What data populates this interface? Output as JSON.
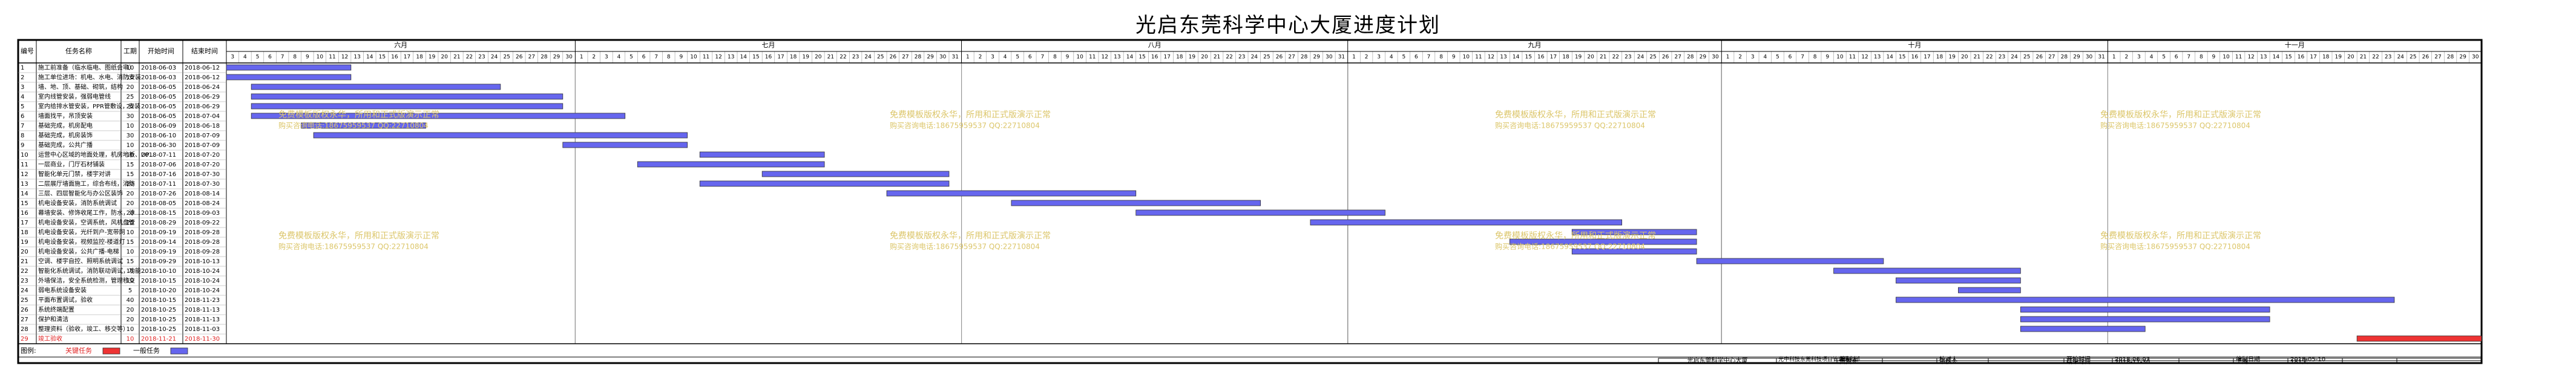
{
  "title": "光启东莞科学中心大厦进度计划",
  "colors": {
    "border": "#000000",
    "grid": "#9a9a9a",
    "bar_normal": "#6666ee",
    "bar_critical": "#ee3333",
    "watermark": "#dcc66a",
    "critical_text": "#e02020"
  },
  "headers": {
    "no": "编号",
    "name": "任务名称",
    "duration": "工期",
    "start": "开始时间",
    "end": "结束时间"
  },
  "months": [
    {
      "label": "六月",
      "days": 30,
      "first_day": 3
    },
    {
      "label": "七月",
      "days": 31,
      "first_day": 1
    },
    {
      "label": "八月",
      "days": 31,
      "first_day": 1
    },
    {
      "label": "九月",
      "days": 30,
      "first_day": 1
    },
    {
      "label": "十月",
      "days": 31,
      "first_day": 1
    },
    {
      "label": "十一月",
      "days": 30,
      "first_day": 1
    }
  ],
  "chart_data": {
    "type": "gantt",
    "x_range": [
      "2018-06-03",
      "2018-11-30"
    ],
    "tasks": [
      {
        "no": "1",
        "name": "施工前准备（临水临电、图纸会审）",
        "duration": "10",
        "start": "2018-06-03",
        "end": "2018-06-12",
        "critical": false
      },
      {
        "no": "2",
        "name": "施工单位进场：机电、水电、消防安装",
        "duration": "10",
        "start": "2018-06-03",
        "end": "2018-06-12",
        "critical": false
      },
      {
        "no": "3",
        "name": "墙、地、顶、基础、砌筑，结构",
        "duration": "20",
        "start": "2018-06-05",
        "end": "2018-06-24",
        "critical": false
      },
      {
        "no": "4",
        "name": "室内线管安装，强弱电管线",
        "duration": "25",
        "start": "2018-06-05",
        "end": "2018-06-29",
        "critical": false
      },
      {
        "no": "5",
        "name": "室内给排水管安装，PPR管敷设，安装",
        "duration": "25",
        "start": "2018-06-05",
        "end": "2018-06-29",
        "critical": false
      },
      {
        "no": "6",
        "name": "墙面找平，吊顶安装",
        "duration": "30",
        "start": "2018-06-05",
        "end": "2018-07-04",
        "critical": false
      },
      {
        "no": "7",
        "name": "基础完成，机房配电",
        "duration": "10",
        "start": "2018-06-09",
        "end": "2018-06-18",
        "critical": false
      },
      {
        "no": "8",
        "name": "基础完成，机房装饰",
        "duration": "30",
        "start": "2018-06-10",
        "end": "2018-07-09",
        "critical": false
      },
      {
        "no": "9",
        "name": "基础完成，公共广播",
        "duration": "10",
        "start": "2018-06-30",
        "end": "2018-07-09",
        "critical": false
      },
      {
        "no": "10",
        "name": "运营中心区域的地面处理，机房地板、UP…",
        "duration": "10",
        "start": "2018-07-11",
        "end": "2018-07-20",
        "critical": false
      },
      {
        "no": "11",
        "name": "一层商业，门厅石材铺装",
        "duration": "15",
        "start": "2018-07-06",
        "end": "2018-07-20",
        "critical": false
      },
      {
        "no": "12",
        "name": "智能化单元门禁，楼宇对讲",
        "duration": "15",
        "start": "2018-07-16",
        "end": "2018-07-30",
        "critical": false
      },
      {
        "no": "13",
        "name": "二层展厅墙面施工，综合布线，消防",
        "duration": "20",
        "start": "2018-07-11",
        "end": "2018-07-30",
        "critical": false
      },
      {
        "no": "14",
        "name": "三层、四层智能化与办公区装饰",
        "duration": "20",
        "start": "2018-07-26",
        "end": "2018-08-14",
        "critical": false
      },
      {
        "no": "15",
        "name": "机电设备安装，消防系统调试",
        "duration": "20",
        "start": "2018-08-05",
        "end": "2018-08-24",
        "critical": false
      },
      {
        "no": "16",
        "name": "幕墙安装、修饰收尾工作，防水，涂…",
        "duration": "20",
        "start": "2018-08-15",
        "end": "2018-09-03",
        "critical": false
      },
      {
        "no": "17",
        "name": "机电设备安装，空调系统，风机盘管",
        "duration": "25",
        "start": "2018-08-29",
        "end": "2018-09-22",
        "critical": false
      },
      {
        "no": "18",
        "name": "机电设备安装，光纤到户-宽带网",
        "duration": "10",
        "start": "2018-09-19",
        "end": "2018-09-28",
        "critical": false
      },
      {
        "no": "19",
        "name": "机电设备安装，视频监控-楼道灯",
        "duration": "15",
        "start": "2018-09-14",
        "end": "2018-09-28",
        "critical": false
      },
      {
        "no": "20",
        "name": "机电设备安装，公共广播-电梯",
        "duration": "10",
        "start": "2018-09-19",
        "end": "2018-09-28",
        "critical": false
      },
      {
        "no": "21",
        "name": "空调、楼宇自控、照明系统调试",
        "duration": "15",
        "start": "2018-09-29",
        "end": "2018-10-13",
        "critical": false
      },
      {
        "no": "22",
        "name": "智能化系统调试，消防联动调试，功能…",
        "duration": "15",
        "start": "2018-10-10",
        "end": "2018-10-24",
        "critical": false
      },
      {
        "no": "23",
        "name": "外墙保洁，安全系统检测，管理移交",
        "duration": "10",
        "start": "2018-10-15",
        "end": "2018-10-24",
        "critical": false
      },
      {
        "no": "24",
        "name": "弱电系统设备安装",
        "duration": "5",
        "start": "2018-10-20",
        "end": "2018-10-24",
        "critical": false
      },
      {
        "no": "25",
        "name": "平面布置调试，验收",
        "duration": "40",
        "start": "2018-10-15",
        "end": "2018-11-23",
        "critical": false
      },
      {
        "no": "26",
        "name": "系统终端配置",
        "duration": "20",
        "start": "2018-10-25",
        "end": "2018-11-13",
        "critical": false
      },
      {
        "no": "27",
        "name": "保护和清洁",
        "duration": "20",
        "start": "2018-10-25",
        "end": "2018-11-13",
        "critical": false
      },
      {
        "no": "28",
        "name": "整理资料（验收，竣工、移交等）",
        "duration": "10",
        "start": "2018-10-25",
        "end": "2018-11-03",
        "critical": false
      },
      {
        "no": "29",
        "name": "竣工验收",
        "duration": "10",
        "start": "2018-11-21",
        "end": "2018-11-30",
        "critical": true
      }
    ]
  },
  "legend": {
    "label": "图例:",
    "critical_label": "关键任务",
    "normal_label": "一般任务"
  },
  "footer": {
    "project": "光启东莞科学中心大厦",
    "department": "光中科技东莞科技项目管理研究部",
    "compiled_by_label": "编制人",
    "reviewed_by_label": "校对人",
    "start_time_label": "开始时间",
    "start_time": "2018-06-03",
    "compile_date_label": "编制日期",
    "compile_date": "2018-05-10",
    "responsible_label": "负责人",
    "approver_label": "审核人",
    "end_time_label": "结束时间",
    "end_time": "2018-11-30",
    "duration_label": "工期",
    "duration": "181天"
  },
  "watermark": {
    "line1": "免费模板版权永华，所用和正式版演示正常",
    "line2": "购买咨询电话:18675959537 QQ:22710804"
  }
}
